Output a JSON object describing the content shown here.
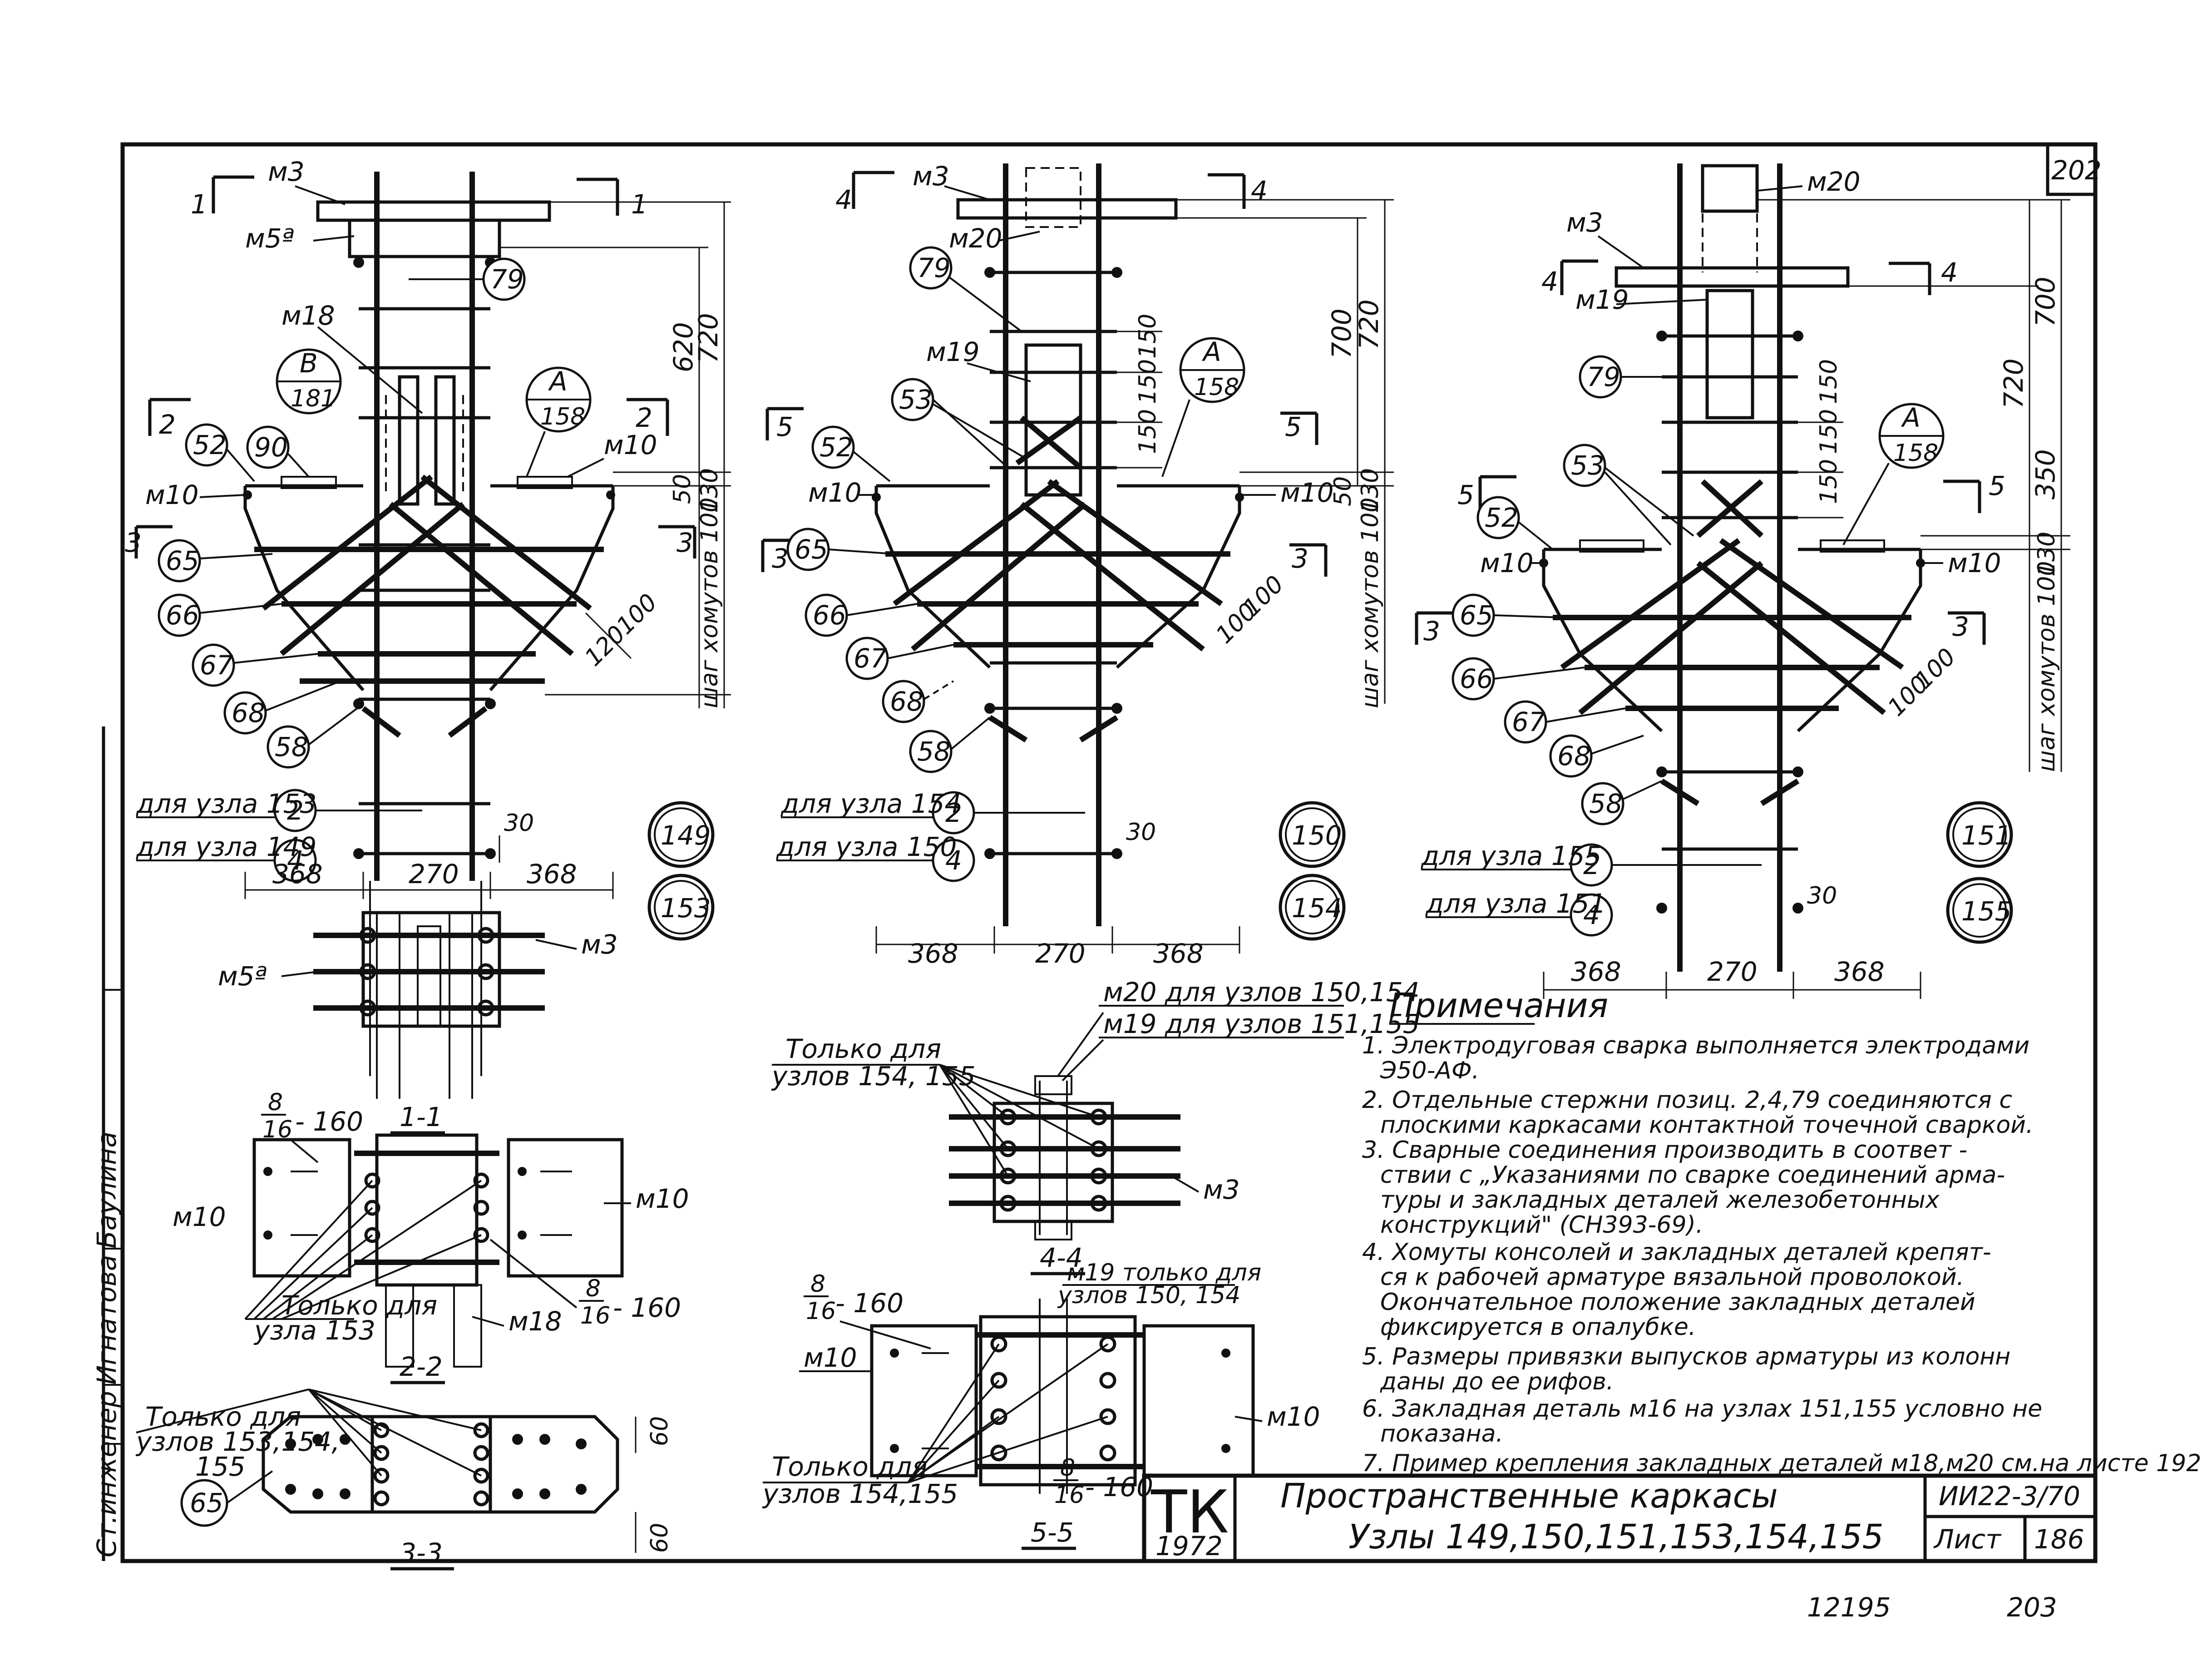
{
  "sheet": {
    "number_top": "202",
    "number_bottom": "203",
    "inventory": "12195",
    "code": "ИИ22-3/70",
    "list_label": "Лист",
    "list_number": "186",
    "org": "ТК",
    "year": "1972",
    "title_line1": "Пространственные каркасы",
    "title_line2": "Узлы 149,150,151,153,154,155"
  },
  "side_stamp": {
    "role1": "Ст.инженер",
    "name1": "Игнатова",
    "name2": "Баулина"
  },
  "node_circles": [
    "149",
    "153",
    "150",
    "154",
    "151",
    "155"
  ],
  "view1": {
    "cut_left": "1",
    "cut_right": "1",
    "cut2_left": "2",
    "cut2_right": "2",
    "cut3_left": "3",
    "cut3_right": "3",
    "m3": "м3",
    "m5a": "м5ª",
    "m18": "м18",
    "m10_left": "м10",
    "m10_right": "м10",
    "bubbleB": "В",
    "bubbleB_sheet": "181",
    "bubbleA": "А",
    "bubbleA_sheet": "158",
    "b79": "79",
    "b52": "52",
    "b90": "90",
    "b65": "65",
    "b66": "66",
    "b67": "67",
    "b68": "68",
    "b58": "58",
    "b2": "2",
    "b4": "4",
    "for_153": "для узла 153",
    "for_149": "для узла 149",
    "d620": "620",
    "d720": "720",
    "d50": "50",
    "d130": "130",
    "d120": "120",
    "d100": "100",
    "d30": "30",
    "step": "шаг хомутов 100",
    "w368a": "368",
    "w270": "270",
    "w368b": "368"
  },
  "view2": {
    "cut_left": "4",
    "cut_right": "4",
    "cut5_left": "5",
    "cut5_right": "5",
    "cut3_left": "3",
    "cut3_right": "3",
    "m3": "м3",
    "m20": "м20",
    "m19": "м19",
    "m10_left": "м10",
    "m10_right": "м10",
    "bubbleA": "А",
    "bubbleA_sheet": "158",
    "b79": "79",
    "b53": "53",
    "b52": "52",
    "b65": "65",
    "b66": "66",
    "b67": "67",
    "b68": "68",
    "b58": "58",
    "b2": "2",
    "b4": "4",
    "for_154": "для узла 154",
    "for_150": "для узла 150",
    "d700": "700",
    "d720": "720",
    "d150a": "150",
    "d150b": "150",
    "d150c": "150",
    "d50": "50",
    "d130": "130",
    "d100a": "100",
    "d100b": "100",
    "d30": "30",
    "step": "шаг хомутов 100",
    "w368a": "368",
    "w270": "270",
    "w368b": "368"
  },
  "view3": {
    "cut_left": "4",
    "cut_right": "4",
    "cut5_left": "5",
    "cut5_right": "5",
    "cut3_left": "3",
    "cut3_right": "3",
    "m20": "м20",
    "m3": "м3",
    "m19": "м19",
    "m10_left": "м10",
    "m10_right": "м10",
    "bubbleA": "А",
    "bubbleA_sheet": "158",
    "b79": "79",
    "b53": "53",
    "b52": "52",
    "b65": "65",
    "b66": "66",
    "b67": "67",
    "b68": "68",
    "b58": "58",
    "b2": "2",
    "b4": "4",
    "for_155": "для узла 155",
    "for_151": "для узла 151",
    "d700": "700",
    "d720": "720",
    "d350": "350",
    "d150a": "150",
    "d150b": "150",
    "d150c": "150",
    "d130": "130",
    "d100a": "100",
    "d100b": "100",
    "d30": "30",
    "step": "шаг хомутов 100",
    "w368a": "368",
    "w270": "270",
    "w368b": "368"
  },
  "section11": {
    "label": "1-1",
    "m5a": "м5ª",
    "m3": "м3"
  },
  "section22": {
    "label": "2-2",
    "frac_num": "8",
    "frac_den": "16",
    "frac_val": "- 160",
    "frac2_num": "8",
    "frac2_den": "16",
    "frac2_val": "- 160",
    "m10_left": "м10",
    "m10_right": "м10",
    "m18": "м18",
    "only_line1": "Только для",
    "only_line2": "узла 153"
  },
  "section33": {
    "label": "3-3",
    "only_line1": "Только для",
    "only_line2": "узлов 153,154,",
    "only_line3": "155",
    "d60a": "60",
    "d60b": "60",
    "b65": "65"
  },
  "section44": {
    "label": "4-4",
    "m20_note": "м20 для узлов 150,154",
    "m19_note": "м19 для узлов 151,155",
    "only_line1": "Только для",
    "only_line2": "узлов 154, 155",
    "m3": "м3"
  },
  "section55": {
    "label": "5-5",
    "frac_num": "8",
    "frac_den": "16",
    "frac_val": "- 160",
    "frac2_num": "8",
    "frac2_den": "16",
    "frac2_val": "- 160",
    "m19_line1": "м19 только для",
    "m19_line2": "узлов 150, 154",
    "m10_left": "м10",
    "m10_right": "м10",
    "only_line1": "Только для",
    "only_line2": "узлов 154,155"
  },
  "notes": {
    "heading": "Примечания",
    "n1a": "1. Электродуговая сварка выполняется электродами",
    "n1b": "Э50-АФ.",
    "n2a": "2. Отдельные стержни позиц. 2,4,79 соединяются с",
    "n2b": "плоскими каркасами контактной точечной сваркой.",
    "n3a": "3. Сварные соединения производить в соответ -",
    "n3b": "ствии с „Указаниями по сварке соединений арма-",
    "n3c": "туры и закладных деталей железобетонных",
    "n3d": "конструкций\" (СН393-69).",
    "n4a": "4. Хомуты консолей и закладных деталей крепят-",
    "n4b": "ся к рабочей арматуре вязальной проволокой.",
    "n4c": "Окончательное положение закладных деталей",
    "n4d": "фиксируется в опалубке.",
    "n5a": "5. Размеры привязки выпусков арматуры из колонн",
    "n5b": "даны до ее рифов.",
    "n6a": "6. Закладная деталь м16 на узлах 151,155 условно не",
    "n6b": "показана.",
    "n7": "7. Пример крепления закладных деталей м18,м20 см.на листе 192"
  }
}
